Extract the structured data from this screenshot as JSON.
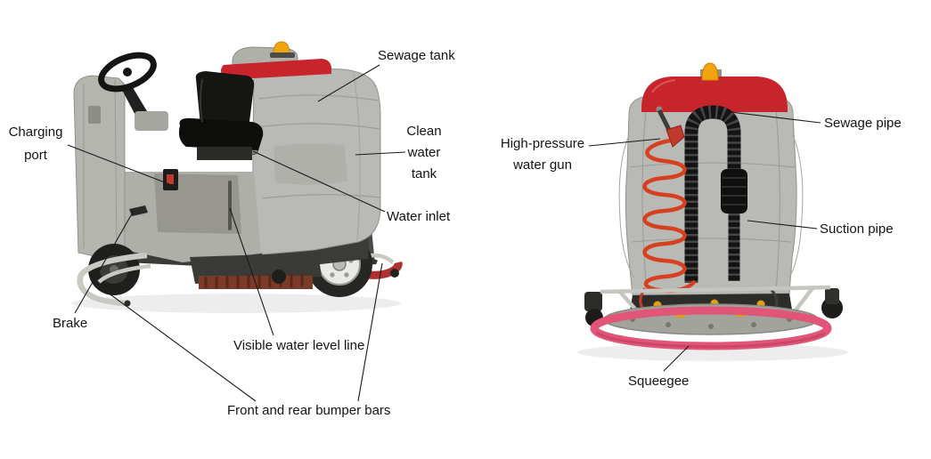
{
  "page": {
    "background": "#ffffff"
  },
  "colors": {
    "page_bg": "#ffffff",
    "label_text": "#141414",
    "leader_line": "#1a1a1a",
    "machine_red": "#c8242c",
    "body_gray": "#b9b9b5",
    "beacon_orange": "#f0a40e",
    "hose_red": "#d6401f",
    "squeegee_pink": "#e05578"
  },
  "annotations": {
    "sewage_tank": "Sewage tank",
    "charging_port": "Charging port",
    "clean_water_tank": "Clean water tank",
    "water_inlet": "Water inlet",
    "brake": "Brake",
    "water_level_line": "Visible water level line",
    "bumper_bars": "Front and rear bumper bars",
    "sewage_pipe": "Sewage pipe",
    "water_gun": "High-pressure water gun",
    "suction_pipe": "Suction pipe",
    "squeegee": "Squeegee"
  }
}
